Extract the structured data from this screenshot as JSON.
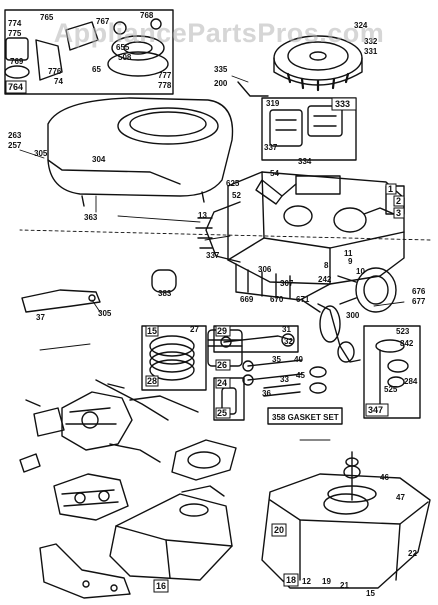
{
  "watermark": "AppliancePartsPros.com",
  "colors": {
    "ink": "#111111",
    "paper": "#ffffff",
    "watermark": "#b4b4b4"
  },
  "box_labels": {
    "b764": "764",
    "b333": "333",
    "b1": "1",
    "b3": "3",
    "b2": "2",
    "b347": "347",
    "b15": "15",
    "b29": "29",
    "b28": "28",
    "b26": "26",
    "b24": "24",
    "b25": "25",
    "b20": "20",
    "b18": "18",
    "b16": "16"
  },
  "gasket_set": "358 GASKET SET",
  "parts": [
    {
      "id": "p774",
      "t": "774"
    },
    {
      "id": "p775",
      "t": "775"
    },
    {
      "id": "p765",
      "t": "765"
    },
    {
      "id": "p767",
      "t": "767"
    },
    {
      "id": "p768",
      "t": "768"
    },
    {
      "id": "p769",
      "t": "769"
    },
    {
      "id": "p655",
      "t": "655"
    },
    {
      "id": "p508",
      "t": "508"
    },
    {
      "id": "p776",
      "t": "776"
    },
    {
      "id": "p74",
      "t": "74"
    },
    {
      "id": "p65",
      "t": "65"
    },
    {
      "id": "p777",
      "t": "777"
    },
    {
      "id": "p778",
      "t": "778"
    },
    {
      "id": "p324",
      "t": "324"
    },
    {
      "id": "p332",
      "t": "332"
    },
    {
      "id": "p331",
      "t": "331"
    },
    {
      "id": "p335",
      "t": "335"
    },
    {
      "id": "p200",
      "t": "200"
    },
    {
      "id": "p319",
      "t": "319"
    },
    {
      "id": "p337b",
      "t": "337"
    },
    {
      "id": "p334",
      "t": "334"
    },
    {
      "id": "p263",
      "t": "263"
    },
    {
      "id": "p257",
      "t": "257"
    },
    {
      "id": "p305a",
      "t": "305"
    },
    {
      "id": "p304",
      "t": "304"
    },
    {
      "id": "p54",
      "t": "54"
    },
    {
      "id": "p625",
      "t": "625"
    },
    {
      "id": "p52",
      "t": "52"
    },
    {
      "id": "p363",
      "t": "363"
    },
    {
      "id": "p13",
      "t": "13"
    },
    {
      "id": "p337",
      "t": "337"
    },
    {
      "id": "p306",
      "t": "306"
    },
    {
      "id": "p307",
      "t": "307"
    },
    {
      "id": "p669",
      "t": "669"
    },
    {
      "id": "p670",
      "t": "670"
    },
    {
      "id": "p671",
      "t": "671"
    },
    {
      "id": "p8",
      "t": "8"
    },
    {
      "id": "p9",
      "t": "9"
    },
    {
      "id": "p10",
      "t": "10"
    },
    {
      "id": "p11",
      "t": "11"
    },
    {
      "id": "p242",
      "t": "242"
    },
    {
      "id": "p383",
      "t": "383"
    },
    {
      "id": "p37",
      "t": "37"
    },
    {
      "id": "p305b",
      "t": "305"
    },
    {
      "id": "p300",
      "t": "300"
    },
    {
      "id": "p676",
      "t": "676"
    },
    {
      "id": "p677",
      "t": "677"
    },
    {
      "id": "p27",
      "t": "27"
    },
    {
      "id": "p31",
      "t": "31"
    },
    {
      "id": "p32",
      "t": "32"
    },
    {
      "id": "p35",
      "t": "35"
    },
    {
      "id": "p40",
      "t": "40"
    },
    {
      "id": "p45",
      "t": "45"
    },
    {
      "id": "p33",
      "t": "33"
    },
    {
      "id": "p36",
      "t": "36"
    },
    {
      "id": "p523",
      "t": "523"
    },
    {
      "id": "p842",
      "t": "842"
    },
    {
      "id": "p525",
      "t": "525"
    },
    {
      "id": "p284",
      "t": "284"
    },
    {
      "id": "p46",
      "t": "46"
    },
    {
      "id": "p47",
      "t": "47"
    },
    {
      "id": "p22",
      "t": "22"
    },
    {
      "id": "p19",
      "t": "19"
    },
    {
      "id": "p12",
      "t": "12"
    },
    {
      "id": "p21",
      "t": "21"
    },
    {
      "id": "p15",
      "t": "15"
    }
  ]
}
